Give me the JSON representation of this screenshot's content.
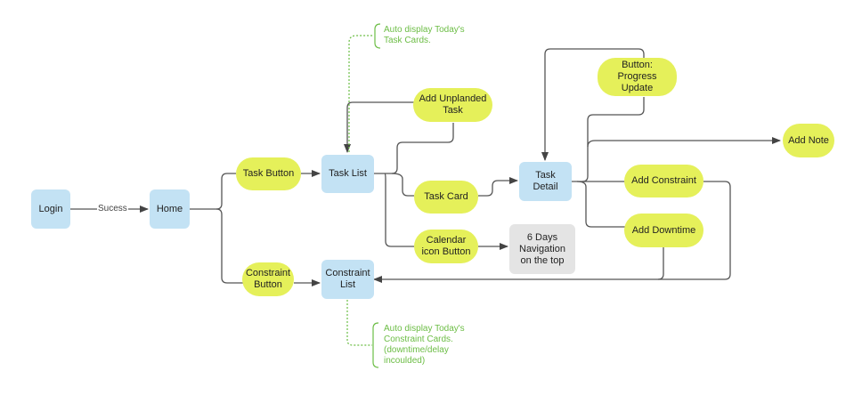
{
  "colors": {
    "screen_fill": "#c3e2f4",
    "action_fill": "#e5f05a",
    "info_fill": "#e4e4e4",
    "line": "#555555",
    "note": "#6cbd45"
  },
  "nodes": {
    "login": "Login",
    "home": "Home",
    "task_button": "Task Button",
    "constraint_button": "Constraint Button",
    "task_list": "Task List",
    "constraint_list": "Constraint List",
    "add_unplanded_task": "Add Unplanded Task",
    "task_card": "Task Card",
    "calendar_icon_button": "Calendar icon Button",
    "six_days_nav": "6 Days Navigation on the top",
    "task_detail": "Task Detail",
    "progress_update": "Button: Progress Update",
    "add_note": "Add Note",
    "add_constraint": "Add Constraint",
    "add_downtime": "Add Downtime"
  },
  "edge_labels": {
    "login_home": "Sucess"
  },
  "notes": {
    "task_list_note": "Auto display Today's Task Cards.",
    "constraint_list_note": "Auto display Today's Constraint Cards. (downtime/delay incoulded)"
  }
}
